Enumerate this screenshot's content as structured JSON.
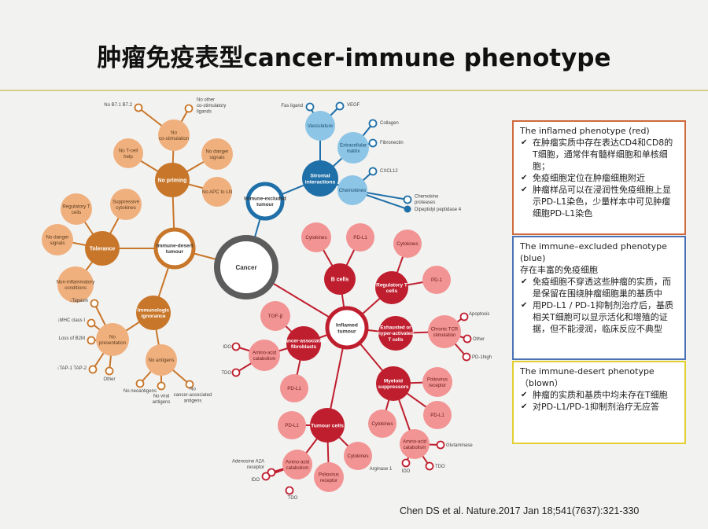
{
  "title": "肿瘤免疫表型cancer-immune phenotype",
  "citation": "Chen DS et al. Nature.2017 Jan 18;541(7637):321-330",
  "colors": {
    "orange": "#c8762a",
    "orange_light": "#f0b07e",
    "blue": "#1f6fa8",
    "blue_light": "#8cc5e6",
    "red": "#bf1e2e",
    "red_light": "#f29494",
    "gray": "#5c5c5c"
  },
  "diagram": {
    "center": "Cancer",
    "desert": {
      "hub": "Immune-desert tumour",
      "branches": [
        {
          "label": "No priming",
          "children": [
            "No B7.1 B7.2",
            "No other co-stimulatory ligands",
            "No co-stimulation",
            "No T-cell help",
            "No danger signals",
            "No APC to LN"
          ]
        },
        {
          "label": "Tolerance",
          "children": [
            "Regulatory T cells",
            "Suppressive cytokines",
            "No danger signals",
            "Non-inflammatory conditions"
          ]
        },
        {
          "label": "Immunologic ignorance",
          "children": [
            "↓Tapasin",
            "↓MHC class I",
            "Loss of B2M",
            "↓TAP-1 TAP-2",
            "No presentation",
            "No antigens",
            "Other",
            "No neoantigens",
            "No viral antigens",
            "No cancer-associated antigens"
          ]
        }
      ]
    },
    "excluded": {
      "hub": "Immune-excluded tumour",
      "branches": [
        {
          "label": "Stromal interactions",
          "children": [
            "Vasculature",
            "Extracellular matrix",
            "Chemokines",
            "Fas ligand",
            "VEGF",
            "Collagen",
            "Fibronectin",
            "CXCL12",
            "Chemokine proteases",
            "Dipeptidyl peptidase 4"
          ]
        }
      ]
    },
    "inflamed": {
      "hub": "Inflamed tumour",
      "branches": [
        {
          "label": "B cells",
          "children": [
            "Cytokines",
            "PD-L1"
          ]
        },
        {
          "label": "Regulatory T cells",
          "children": [
            "Cytokines",
            "PD-1"
          ]
        },
        {
          "label": "Exhausted or hyper-activated T cells",
          "children": [
            "Chronic TCR stimulation",
            "Apoptosis",
            "Other",
            "PD-1high"
          ]
        },
        {
          "label": "Myeloid suppressors",
          "children": [
            "Poliovirus receptor",
            "PD-L1",
            "Amino-acid catabolism",
            "Cytokines",
            "Glutaminase",
            "IDO",
            "Arginase 1"
          ]
        },
        {
          "label": "Tumour cells",
          "children": [
            "PD-L1",
            "Amino-acid catabolism",
            "Poliovirus receptor",
            "Cytokines",
            "Adenosine A2A receptor",
            "IDO",
            "TDO"
          ]
        },
        {
          "label": "Cancer-associated fibroblasts",
          "children": [
            "TGF-β",
            "Amino-acid catabolism",
            "PD-L1",
            "IDO",
            "TDO"
          ]
        }
      ]
    }
  },
  "notes": {
    "inflamed": {
      "header": "The inflamed phenotype (red)",
      "bullets": [
        "在肿瘤实质中存在表达CD4和CD8的T细胞，通常伴有髓样细胞和单核细胞；",
        "免疫细胞定位在肿瘤细胞附近",
        "肿瘤样品可以在浸润性免疫细胞上显示PD-L1染色，少量样本中可见肿瘤细胞PD-L1染色"
      ]
    },
    "excluded": {
      "header": "The immune–excluded phenotype (blue)",
      "intro": "存在丰富的免疫细胞",
      "bullets": [
        "免疫细胞不穿透这些肿瘤的实质，而是保留在围绕肿瘤细胞巢的基质中",
        "用PD-L1 / PD-1抑制剂治疗后，基质相关T细胞可以显示活化和增殖的证据，但不能浸润，临床反应不典型"
      ]
    },
    "desert": {
      "header": "The immune-desert phenotype（blown）",
      "bullets": [
        "肿瘤的实质和基质中均未存在T细胞",
        "对PD-L1/PD-1抑制剂治疗无应答"
      ]
    }
  }
}
